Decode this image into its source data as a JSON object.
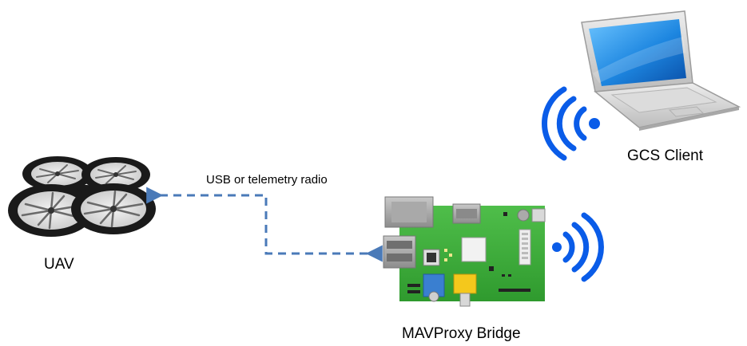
{
  "nodes": {
    "uav": {
      "label": "UAV",
      "icon": "quadcopter-icon"
    },
    "bridge": {
      "label": "MAVProxy Bridge",
      "icon": "raspberry-pi-board-icon"
    },
    "gcs": {
      "label": "GCS Client",
      "icon": "laptop-icon"
    }
  },
  "links": {
    "uav_bridge": {
      "label": "USB or telemetry radio",
      "style": "dashed"
    }
  },
  "colors": {
    "link": "#4a7ab8",
    "wireless": "#0a5ce8",
    "board": "#3ea63c",
    "drone": "#1a1a1a",
    "screen": "#2e8ee0"
  }
}
